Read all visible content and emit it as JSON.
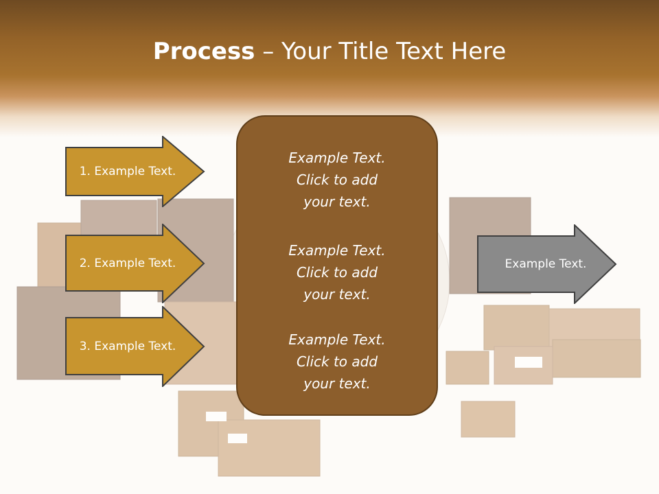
{
  "slide": {
    "title_bold": "Process",
    "title_rest": " – Your Title Text Here",
    "left_arrows": [
      {
        "label": "1. Example Text."
      },
      {
        "label": "2. Example Text."
      },
      {
        "label": "3. Example Text."
      }
    ],
    "center_blocks": [
      {
        "line1": "Example Text.",
        "line2": "Click  to add",
        "line3": "your text."
      },
      {
        "line1": "Example Text.",
        "line2": "Click  to add",
        "line3": "your text."
      },
      {
        "line1": "Example Text.",
        "line2": "Click  to add",
        "line3": "your text."
      }
    ],
    "right_arrow": {
      "label": "Example Text."
    },
    "colors": {
      "header_brown": "#936228",
      "arrow_gold": "#c8952f",
      "center_brown": "#8c5e2c",
      "right_arrow_gray": "#8a8a8a"
    }
  }
}
